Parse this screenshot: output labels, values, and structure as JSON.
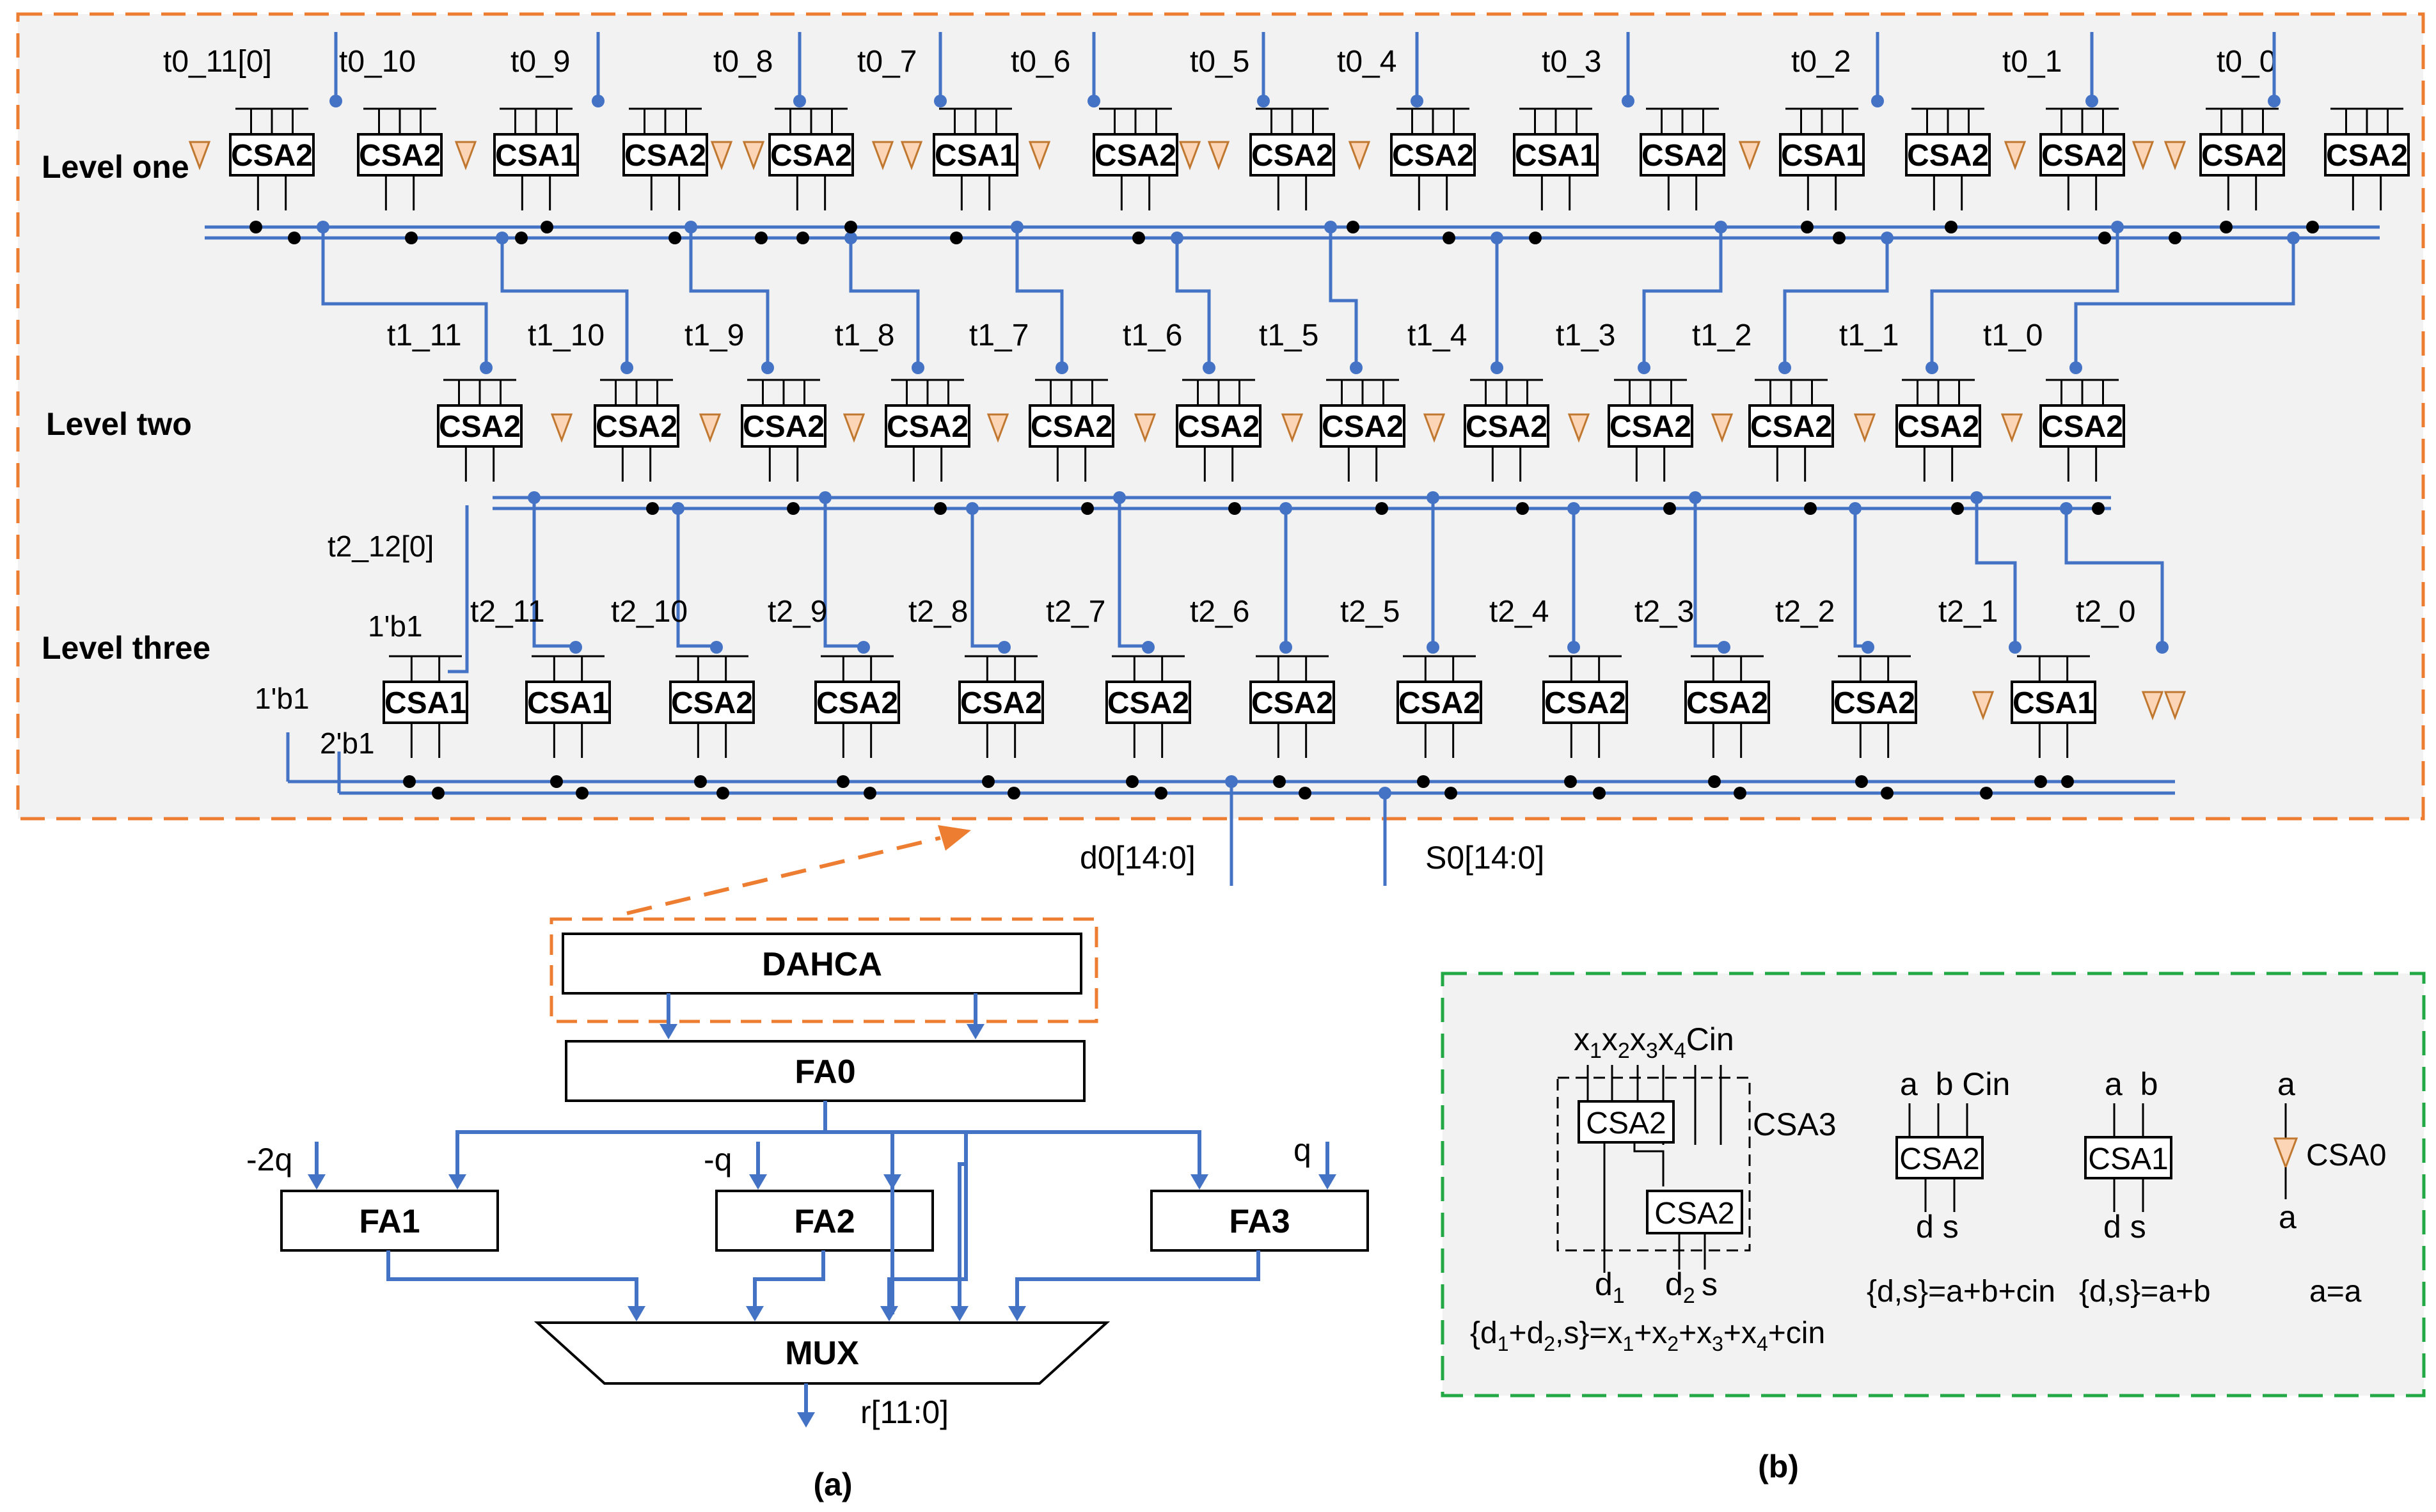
{
  "top": {
    "levels": [
      "Level one",
      "Level two",
      "Level three"
    ],
    "level1_inputs": [
      "t0_11[0]",
      "t0_10",
      "t0_9",
      "t0_8",
      "t0_7",
      "t0_6",
      "t0_5",
      "t0_4",
      "t0_3",
      "t0_2",
      "t0_1",
      "t0_0"
    ],
    "level1_blocks": [
      "CSA2",
      "CSA2",
      "CSA1",
      "CSA2",
      "CSA2",
      "CSA1",
      "CSA2",
      "CSA2",
      "CSA2",
      "CSA1",
      "CSA2",
      "CSA1",
      "CSA2",
      "CSA2",
      "CSA2",
      "CSA2"
    ],
    "level2_inputs": [
      "t1_11",
      "t1_10",
      "t1_9",
      "t1_8",
      "t1_7",
      "t1_6",
      "t1_5",
      "t1_4",
      "t1_3",
      "t1_2",
      "t1_1",
      "t1_0"
    ],
    "level2_blocks": [
      "CSA2",
      "CSA2",
      "CSA2",
      "CSA2",
      "CSA2",
      "CSA2",
      "CSA2",
      "CSA2",
      "CSA2",
      "CSA2",
      "CSA2",
      "CSA2"
    ],
    "level3_inputs": [
      "t2_11",
      "t2_10",
      "t2_9",
      "t2_8",
      "t2_7",
      "t2_6",
      "t2_5",
      "t2_4",
      "t2_3",
      "t2_2",
      "t2_1",
      "t2_0"
    ],
    "level3_blocks": [
      "CSA1",
      "CSA1",
      "CSA2",
      "CSA2",
      "CSA2",
      "CSA2",
      "CSA2",
      "CSA2",
      "CSA2",
      "CSA2",
      "CSA2",
      "CSA1"
    ],
    "extra_labels": {
      "t2_12": "t2_12[0]",
      "b1_a": "1'b1",
      "b1_b": "1'b1",
      "b2": "2'b1"
    },
    "outputs": {
      "d0": "d0[14:0]",
      "s0": "S0[14:0]"
    }
  },
  "flow": {
    "dahca": "DAHCA",
    "fa0": "FA0",
    "fa1": "FA1",
    "fa2": "FA2",
    "fa3": "FA3",
    "mux": "MUX",
    "in_fa1": "-2q",
    "in_fa2": "-q",
    "in_fa3": "q",
    "out": "r[11:0]",
    "caption": "(a)"
  },
  "legend": {
    "csa3_inputs": [
      "x",
      "1",
      "x",
      "2",
      "x",
      "3",
      "x",
      "4",
      "Cin"
    ],
    "csa3_block_a": "CSA2",
    "csa3_block_b": "CSA2",
    "csa3_label": "CSA3",
    "csa3_out_d1": [
      "d",
      "1"
    ],
    "csa3_out_d2": [
      "d",
      "2"
    ],
    "csa3_out_s": "s",
    "csa3_eq": [
      "{d",
      "1",
      "+d",
      "2",
      ",s}=x",
      "1",
      "+x",
      "2",
      "+x",
      "3",
      "+x",
      "4",
      "+cin"
    ],
    "csa2_inputs": "a  b Cin",
    "csa2_label": "CSA2",
    "csa2_outputs": "d s",
    "csa2_eq": "{d,s}=a+b+cin",
    "csa1_inputs": "a  b",
    "csa1_label": "CSA1",
    "csa1_outputs": "d s",
    "csa1_eq": "{d,s}=a+b",
    "csa0_in": "a",
    "csa0_label": "CSA0",
    "csa0_out": "a",
    "csa0_eq": "a=a",
    "caption": "(b)"
  },
  "colors": {
    "wire": "#4472C4",
    "orange": "#ED7D31",
    "green": "#22A844",
    "panel": "#F2F2F2",
    "buffer_fill": "#FBD5B5",
    "buffer_stroke": "#C07830"
  }
}
